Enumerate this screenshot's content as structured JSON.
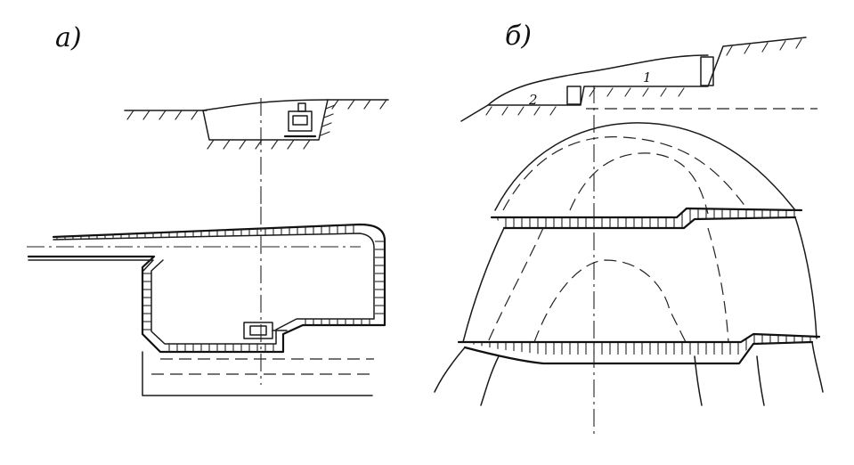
{
  "labels": {
    "panel_a": "а)",
    "panel_b": "б)",
    "marker_1": "1",
    "marker_2": "2"
  }
}
